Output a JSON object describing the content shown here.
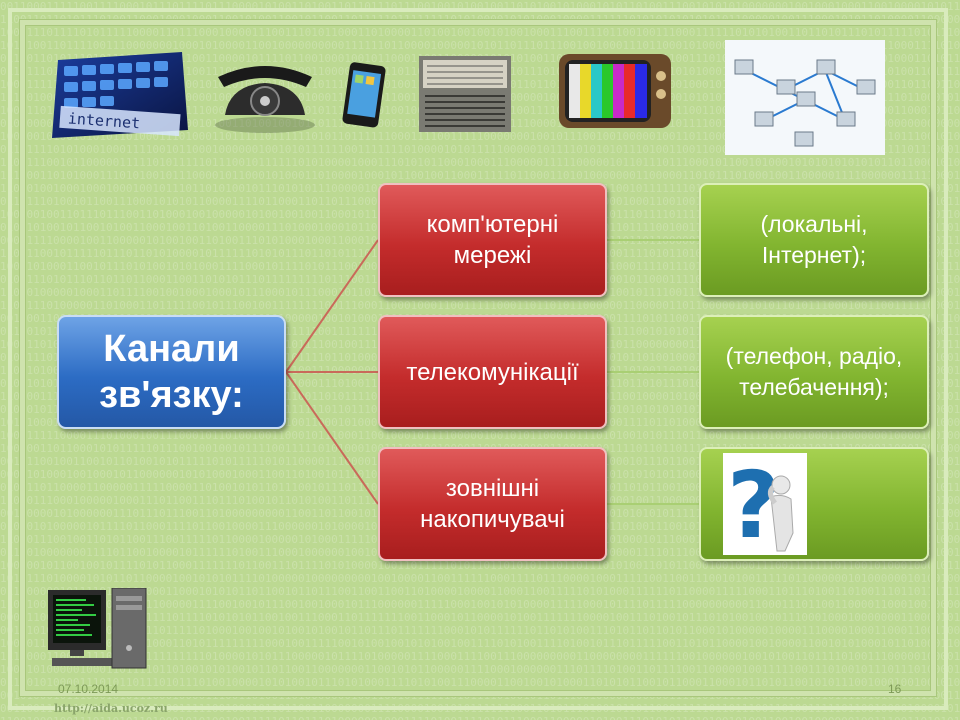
{
  "diagram": {
    "root": "Канали зв'язку:",
    "categories": [
      {
        "label": "комп'ютерні мережі",
        "detail": "(локальні, Інтернет);"
      },
      {
        "label": "телекомунікації",
        "detail": "(телефон, радіо, телебачення);"
      },
      {
        "label": "зовнішні накопичувачі",
        "detail": "",
        "detail_icon": "question-person-icon"
      }
    ]
  },
  "top_images": [
    {
      "icon": "internet-keyboard-icon",
      "text": "internet"
    },
    {
      "icon": "rotary-telephone-icon"
    },
    {
      "icon": "smartphone-icon"
    },
    {
      "icon": "radio-receiver-icon"
    },
    {
      "icon": "tv-test-pattern-icon"
    },
    {
      "icon": "computer-network-icon"
    }
  ],
  "footer": {
    "date": "07.10.2014",
    "page": "16",
    "watermark": "http://aida.ucoz.ru"
  },
  "colors": {
    "root": "#2c6cc4",
    "category": "#c42c2c",
    "detail": "#82b530",
    "background": "#bcd992"
  }
}
